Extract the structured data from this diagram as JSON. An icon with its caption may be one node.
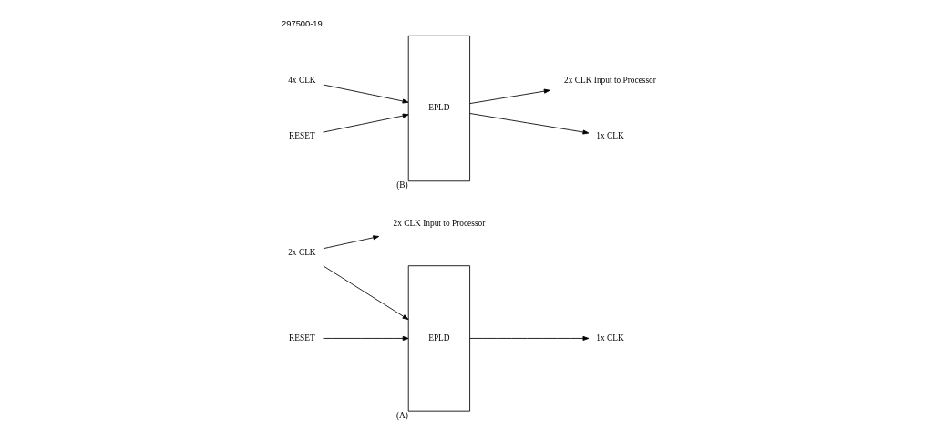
{
  "diagram": {
    "nodes": [
      {
        "text": [
          "2x CLK"
        ]
      },
      {
        "text": [
          "2x CLK Input to Processor"
        ]
      },
      {
        "text": [
          "EPLD"
        ],
        "beside": [
          "(A)"
        ]
      },
      {
        "text": [
          "1x CLK"
        ]
      },
      {
        "text": [
          "RESET"
        ]
      },
      {
        "text": [
          "4x CLK"
        ]
      },
      {
        "text": [
          "EPLD"
        ],
        "beside": [
          "(B)"
        ]
      },
      {
        "text": [
          "2x CLK Input to Processor"
        ]
      },
      {
        "text": [
          "1x CLK"
        ]
      },
      {
        "text": [
          "RESET"
        ]
      }
    ],
    "edges": [
      {
        "from": 0,
        "to": 1,
        "arrow": "to"
      },
      {
        "from": 0,
        "to": 2,
        "arrow": "to"
      },
      {
        "from": 2,
        "to": 3,
        "arrow": "to"
      },
      {
        "from": 4,
        "to": 2,
        "arrow": "to"
      },
      {
        "from": 5,
        "to": 6,
        "arrow": "to"
      },
      {
        "from": 6,
        "to": 7,
        "arrow": "to"
      },
      {
        "from": 6,
        "to": 8,
        "arrow": "to"
      },
      {
        "from": 9,
        "to": 6,
        "arrow": "to"
      }
    ],
    "labels": [
      "297500-19"
    ]
  }
}
